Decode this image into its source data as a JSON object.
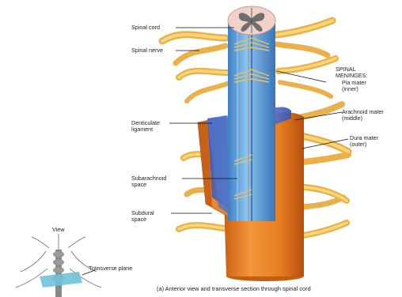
{
  "labels": {
    "spinal_cord": "Spinal cord",
    "spinal_nerve": "Spinal nerve",
    "meninges_title_1": "SPINAL",
    "meninges_title_2": "MENINGES:",
    "pia_1": "Pia mater",
    "pia_2": "(inner)",
    "arachnoid_1": "Arachnoid mater",
    "arachnoid_2": "(middle)",
    "dura_1": "Dura mater",
    "dura_2": "(outer)",
    "denticulate_1": "Denticulate",
    "denticulate_2": "ligament",
    "subarachnoid_1": "Subarachnoid",
    "subarachnoid_2": "space",
    "subdural_1": "Subdural",
    "subdural_2": "space",
    "view": "View",
    "transverse_plane": "Transverse plane"
  },
  "caption": "(a) Anterior view and transverse section through spinal cord",
  "colors": {
    "dura": "#e8822a",
    "arachnoid": "#5a7fd6",
    "pia_cord": "#5ea8e0",
    "nerve": "#f2bf4a",
    "gray_matter": "#7a7a7a",
    "white_matter": "#f1d2c9"
  }
}
